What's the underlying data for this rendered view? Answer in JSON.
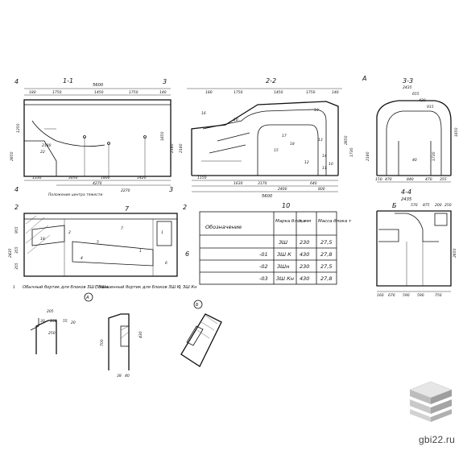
{
  "sections": {
    "s11": {
      "title": "1-1",
      "overall": "5600",
      "dims_top": [
        "180",
        "1750",
        "1450",
        "1750",
        "140"
      ],
      "dims_bottom": [
        "1330",
        "3050",
        "1800",
        "1420"
      ],
      "total_bottom": "4270",
      "cg": "2270",
      "cg_note": "Положение центра тяжести",
      "heights": [
        "2650",
        "1250",
        "1650",
        "2180",
        "2650"
      ],
      "inner": [
        "22",
        "2180"
      ],
      "marks": [
        "4",
        "4",
        "3",
        "3"
      ]
    },
    "s22": {
      "title": "2-2",
      "overall": "5600",
      "dims_top": [
        "180",
        "1750",
        "1450",
        "1750",
        "140"
      ],
      "dims_bottom": [
        "1150",
        "3170",
        "640",
        "1630",
        "2400",
        "800"
      ],
      "labels": [
        "16",
        "20",
        "19",
        "17",
        "18",
        "15",
        "13",
        "14",
        "12",
        "11",
        "10"
      ],
      "heights": [
        "2650",
        "2180",
        "1730"
      ],
      "mark": "10"
    },
    "s33": {
      "title": "3-3",
      "mark_a": "A",
      "dims_top": [
        "2435",
        "655",
        "420",
        "915"
      ],
      "dims_bottom": [
        "150",
        "470",
        "840",
        "470",
        "355"
      ],
      "heights": [
        "2180",
        "1730",
        "1650"
      ],
      "label": "40"
    },
    "s44": {
      "title": "4-4",
      "width": "2435",
      "mark_b": "Б",
      "dims_top": [
        "570",
        "875",
        "200",
        "250"
      ],
      "dims_bottom": [
        "160",
        "670",
        "590",
        "590",
        "750"
      ],
      "height": "2650"
    },
    "plan": {
      "mark_top_left": "2",
      "mark_top_right": "2",
      "mark_mid": "7",
      "mark_bottom": "6",
      "width": "2435",
      "dims_left": [
        "955",
        "355",
        "355"
      ],
      "numbers": [
        "18",
        "5",
        "4",
        "1",
        "1",
        "2",
        "7",
        "6"
      ]
    },
    "details": {
      "a": "А",
      "b": "Б",
      "dims_a": [
        "205",
        "30",
        "150",
        "55",
        "20",
        "250"
      ],
      "dims_b": [
        "700",
        "430",
        "38",
        "40"
      ]
    }
  },
  "notes": {
    "ordinary_side": "Обычный бортик для блоков ЗШ ; ЗШн",
    "raised_side": "Повышенный бортик для блоков ЗШ К; ЗШ Кн"
  },
  "table": {
    "headers": [
      "Обозначение",
      "Марка блока",
      "h, мм",
      "Масса блока т"
    ],
    "rows": [
      [
        "",
        "ЗШ",
        "230",
        "27,5"
      ],
      [
        "-01",
        "ЗШ К",
        "430",
        "27,8"
      ],
      [
        "-02",
        "ЗШн",
        "230",
        "27,5"
      ],
      [
        "-03",
        "ЗШ Кн",
        "430",
        "27,8"
      ]
    ]
  },
  "site": "gbi22.ru",
  "colors": {
    "ink": "#111111",
    "logo_light": "#dcdcdc",
    "logo_mid": "#b9b9b9",
    "logo_dark": "#8e8e8e"
  }
}
